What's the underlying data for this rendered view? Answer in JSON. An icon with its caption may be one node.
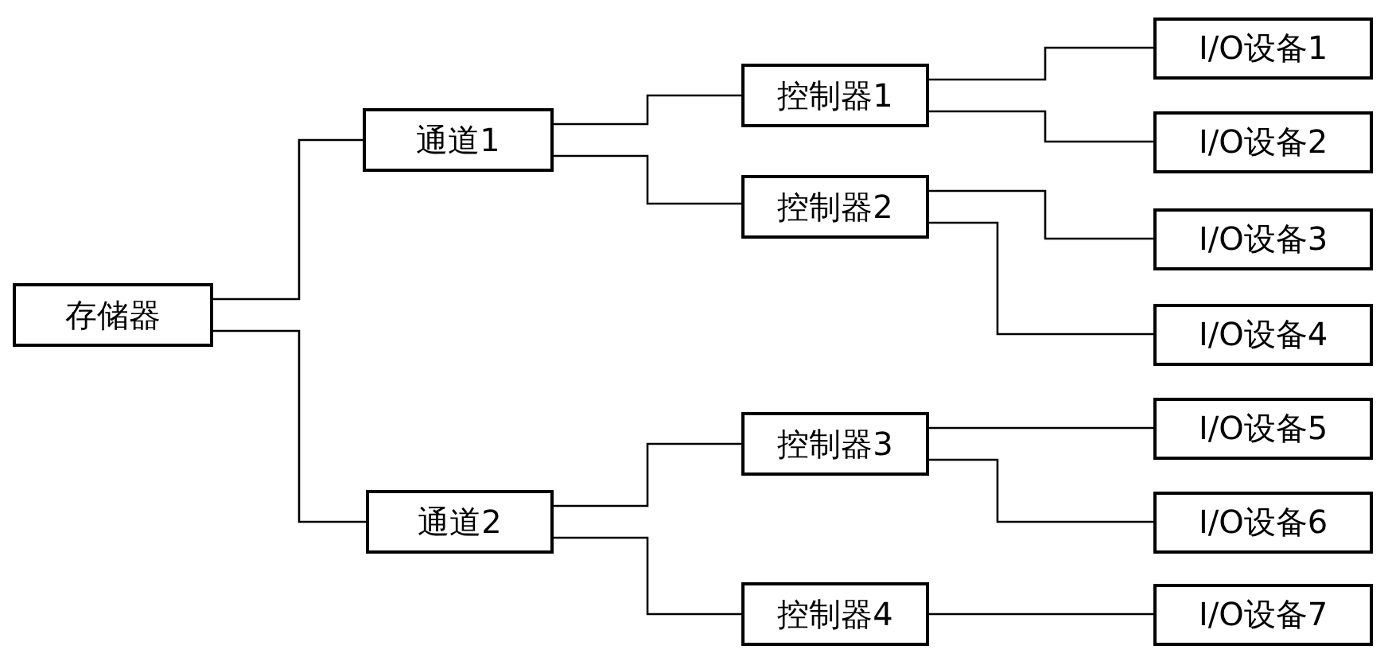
{
  "diagram": {
    "nodes": [
      {
        "text": [
          "存储器"
        ]
      },
      {
        "text": [
          "通道1"
        ]
      },
      {
        "text": [
          "通道2"
        ]
      },
      {
        "text": [
          "控制器1"
        ]
      },
      {
        "text": [
          "控制器2"
        ]
      },
      {
        "text": [
          "控制器3"
        ]
      },
      {
        "text": [
          "控制器4"
        ]
      },
      {
        "text": [
          "I/O设备1"
        ]
      },
      {
        "text": [
          "I/O设备2"
        ]
      },
      {
        "text": [
          "I/O设备3"
        ]
      },
      {
        "text": [
          "I/O设备4"
        ]
      },
      {
        "text": [
          "I/O设备5"
        ]
      },
      {
        "text": [
          "I/O设备6"
        ]
      },
      {
        "text": [
          "I/O设备7"
        ]
      }
    ],
    "edges": [
      {
        "from": 0,
        "to": 1,
        "arrow": "none"
      },
      {
        "from": 0,
        "to": 2,
        "arrow": "none"
      },
      {
        "from": 1,
        "to": 3,
        "arrow": "none"
      },
      {
        "from": 1,
        "to": 4,
        "arrow": "none"
      },
      {
        "from": 2,
        "to": 5,
        "arrow": "none"
      },
      {
        "from": 2,
        "to": 6,
        "arrow": "none"
      },
      {
        "from": 3,
        "to": 7,
        "arrow": "none"
      },
      {
        "from": 3,
        "to": 8,
        "arrow": "none"
      },
      {
        "from": 4,
        "to": 9,
        "arrow": "none"
      },
      {
        "from": 4,
        "to": 10,
        "arrow": "none"
      },
      {
        "from": 5,
        "to": 11,
        "arrow": "none"
      },
      {
        "from": 5,
        "to": 12,
        "arrow": "none"
      },
      {
        "from": 6,
        "to": 13,
        "arrow": "none"
      }
    ]
  }
}
